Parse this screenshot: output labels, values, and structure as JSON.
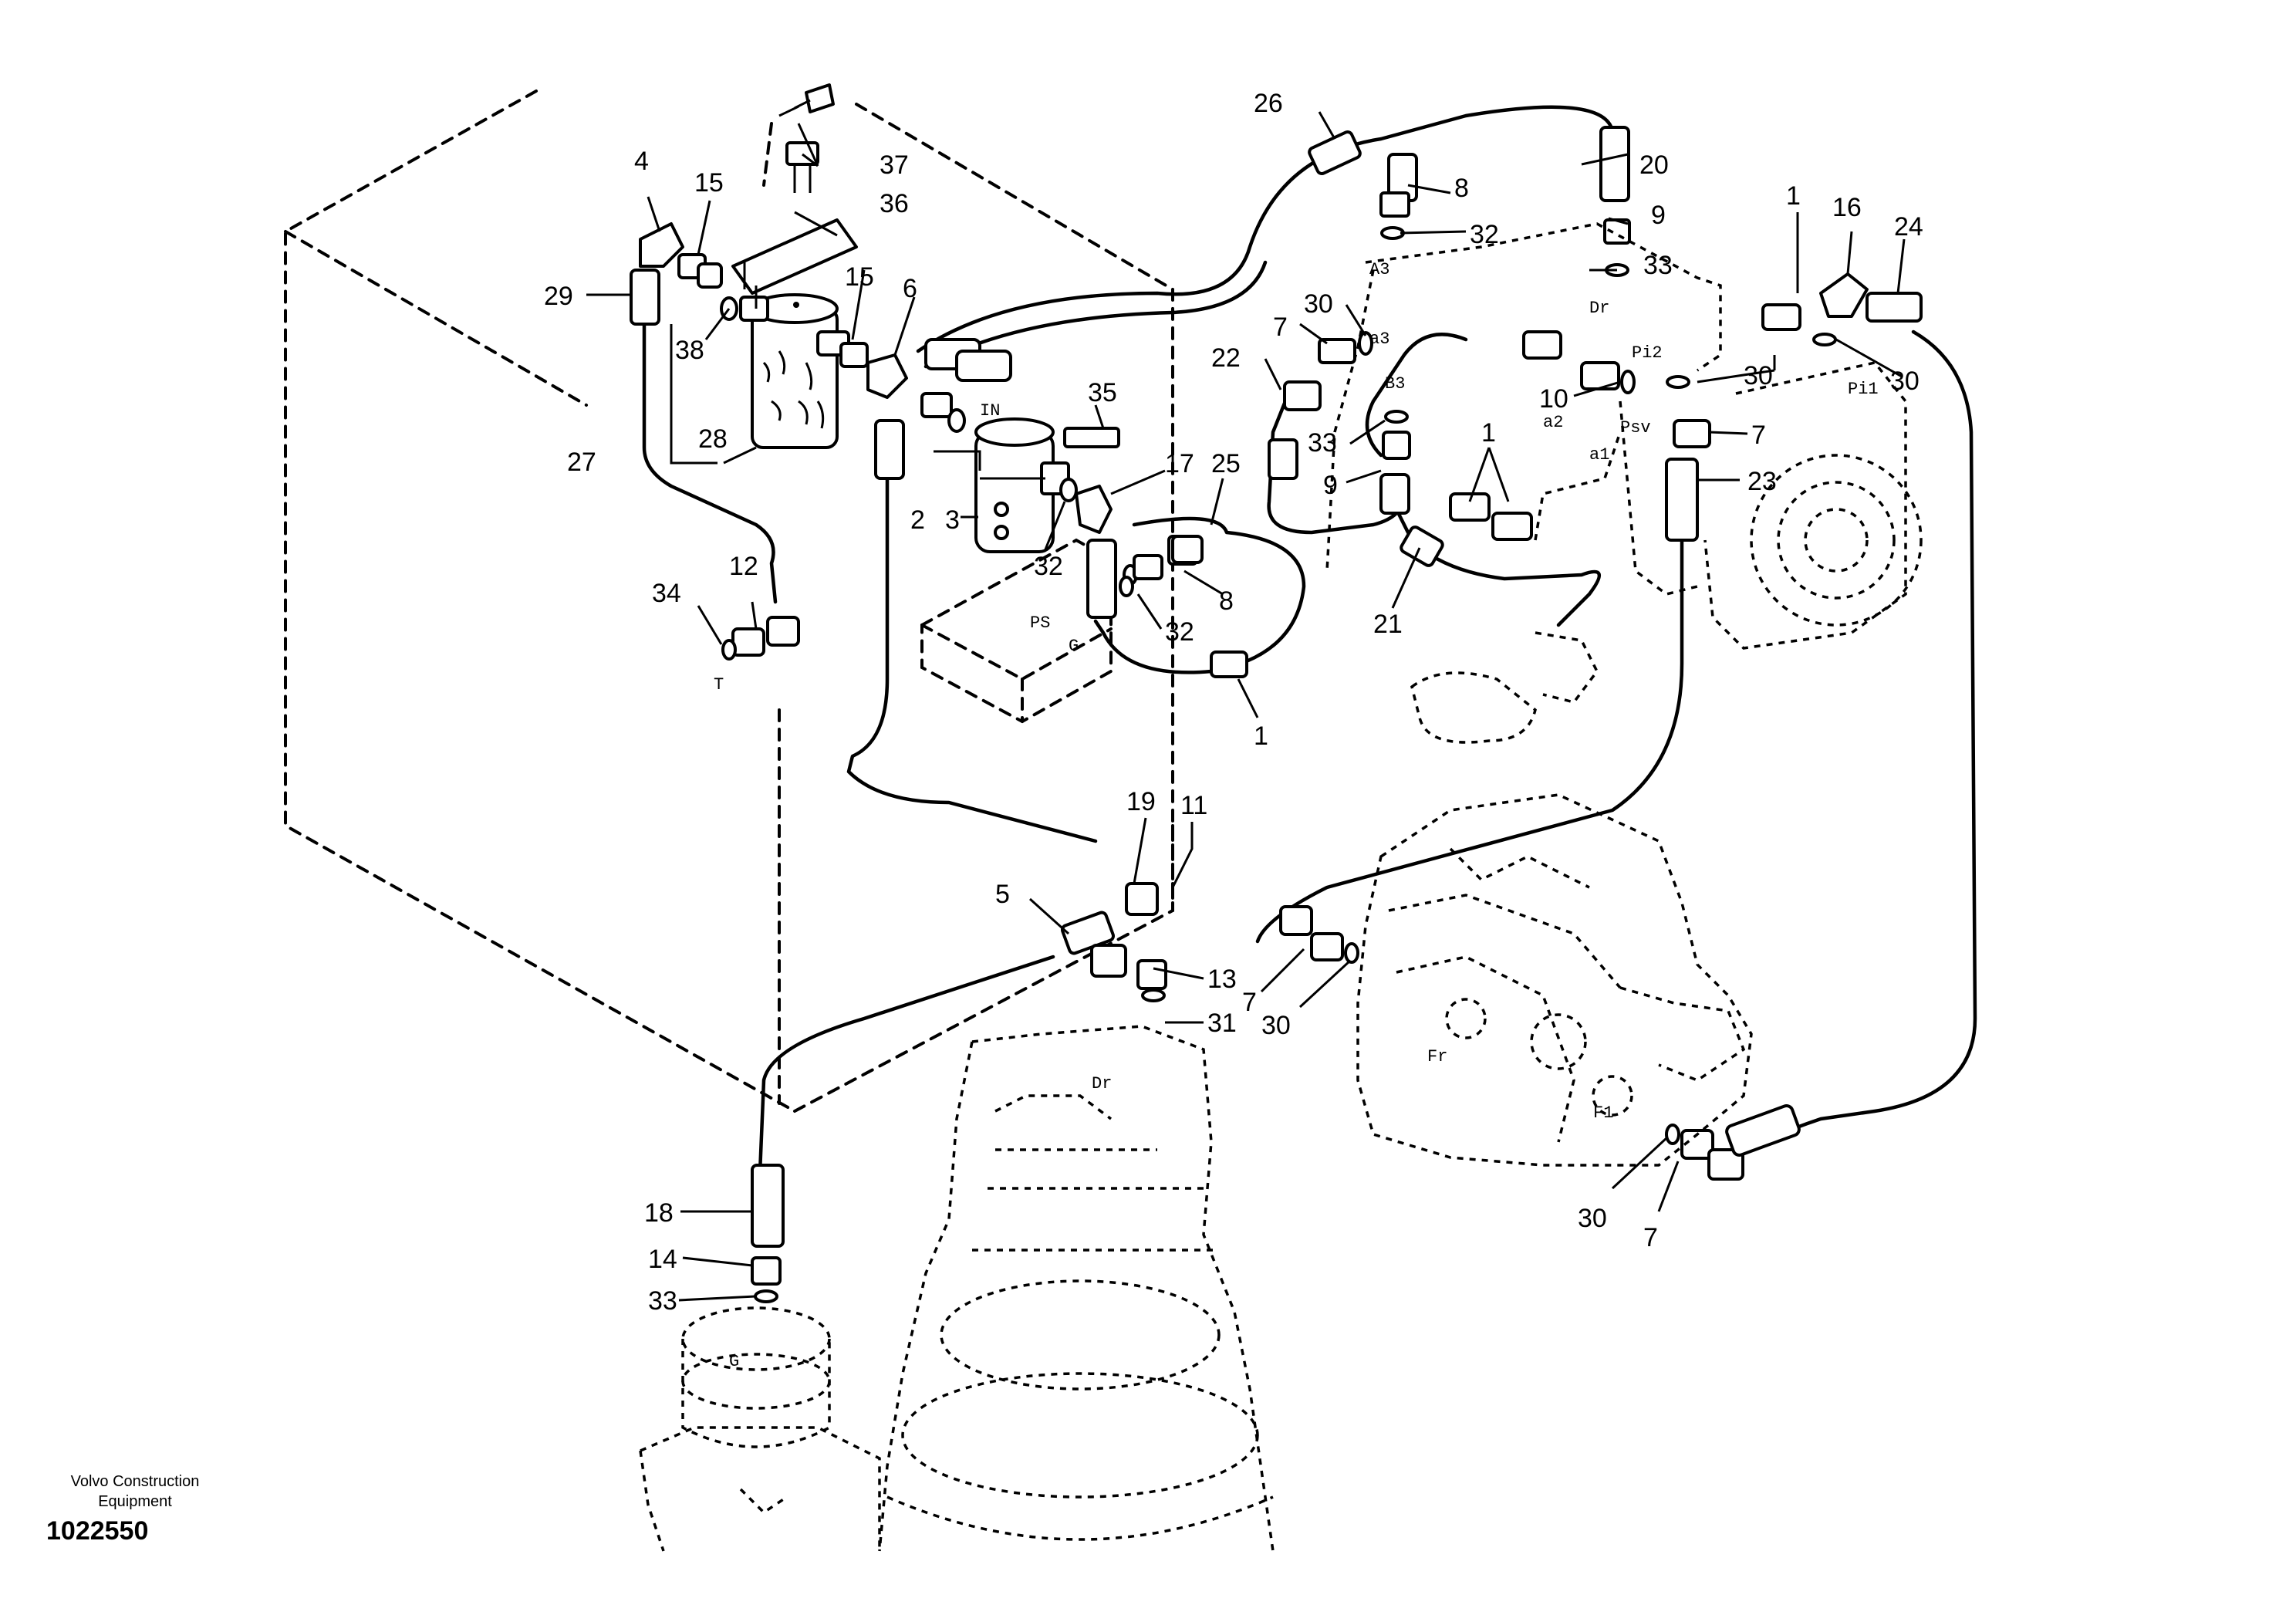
{
  "footer": {
    "brand_line1": "Volvo Construction",
    "brand_line2": "Equipment",
    "document_number": "1022550"
  },
  "ports": {
    "in": "IN",
    "ps": "PS",
    "g": "G",
    "t": "T",
    "a3": "A3",
    "b3": "B3",
    "dr_pump": "Dr",
    "pi2": "Pi2",
    "pi1": "Pi1",
    "psv": "Psv",
    "a1": "a1",
    "a2": "a2",
    "a3_small": "a3",
    "dr_motor": "Dr",
    "fr": "Fr",
    "f1": "F1",
    "g_swivel": "G"
  },
  "callouts": {
    "c4": "4",
    "c15a": "15",
    "c29": "29",
    "c38": "38",
    "c27": "27",
    "c28": "28",
    "c37": "37",
    "c36": "36",
    "c15b": "15",
    "c6": "6",
    "c35": "35",
    "c17": "17",
    "c25": "25",
    "c2": "2",
    "c3": "3",
    "c32a": "32",
    "c8a": "8",
    "c32b": "32",
    "c1a": "1",
    "c34": "34",
    "c12": "12",
    "c26": "26",
    "c8b": "8",
    "c32c": "32",
    "c30a": "30",
    "c7a": "7",
    "c22": "22",
    "c33a": "33",
    "c9a": "9",
    "c20": "20",
    "c9b": "9",
    "c33b": "33",
    "c1b": "1",
    "c16": "16",
    "c24": "24",
    "c10": "10",
    "c1c": "1",
    "c30b": "30",
    "c30c": "30",
    "c7b": "7",
    "c23": "23",
    "c21": "21",
    "c19": "19",
    "c11": "11",
    "c5": "5",
    "c13": "13",
    "c31": "31",
    "c7c": "7",
    "c30d": "30",
    "c18": "18",
    "c14": "14",
    "c33c": "33",
    "c30e": "30",
    "c7d": "7"
  }
}
